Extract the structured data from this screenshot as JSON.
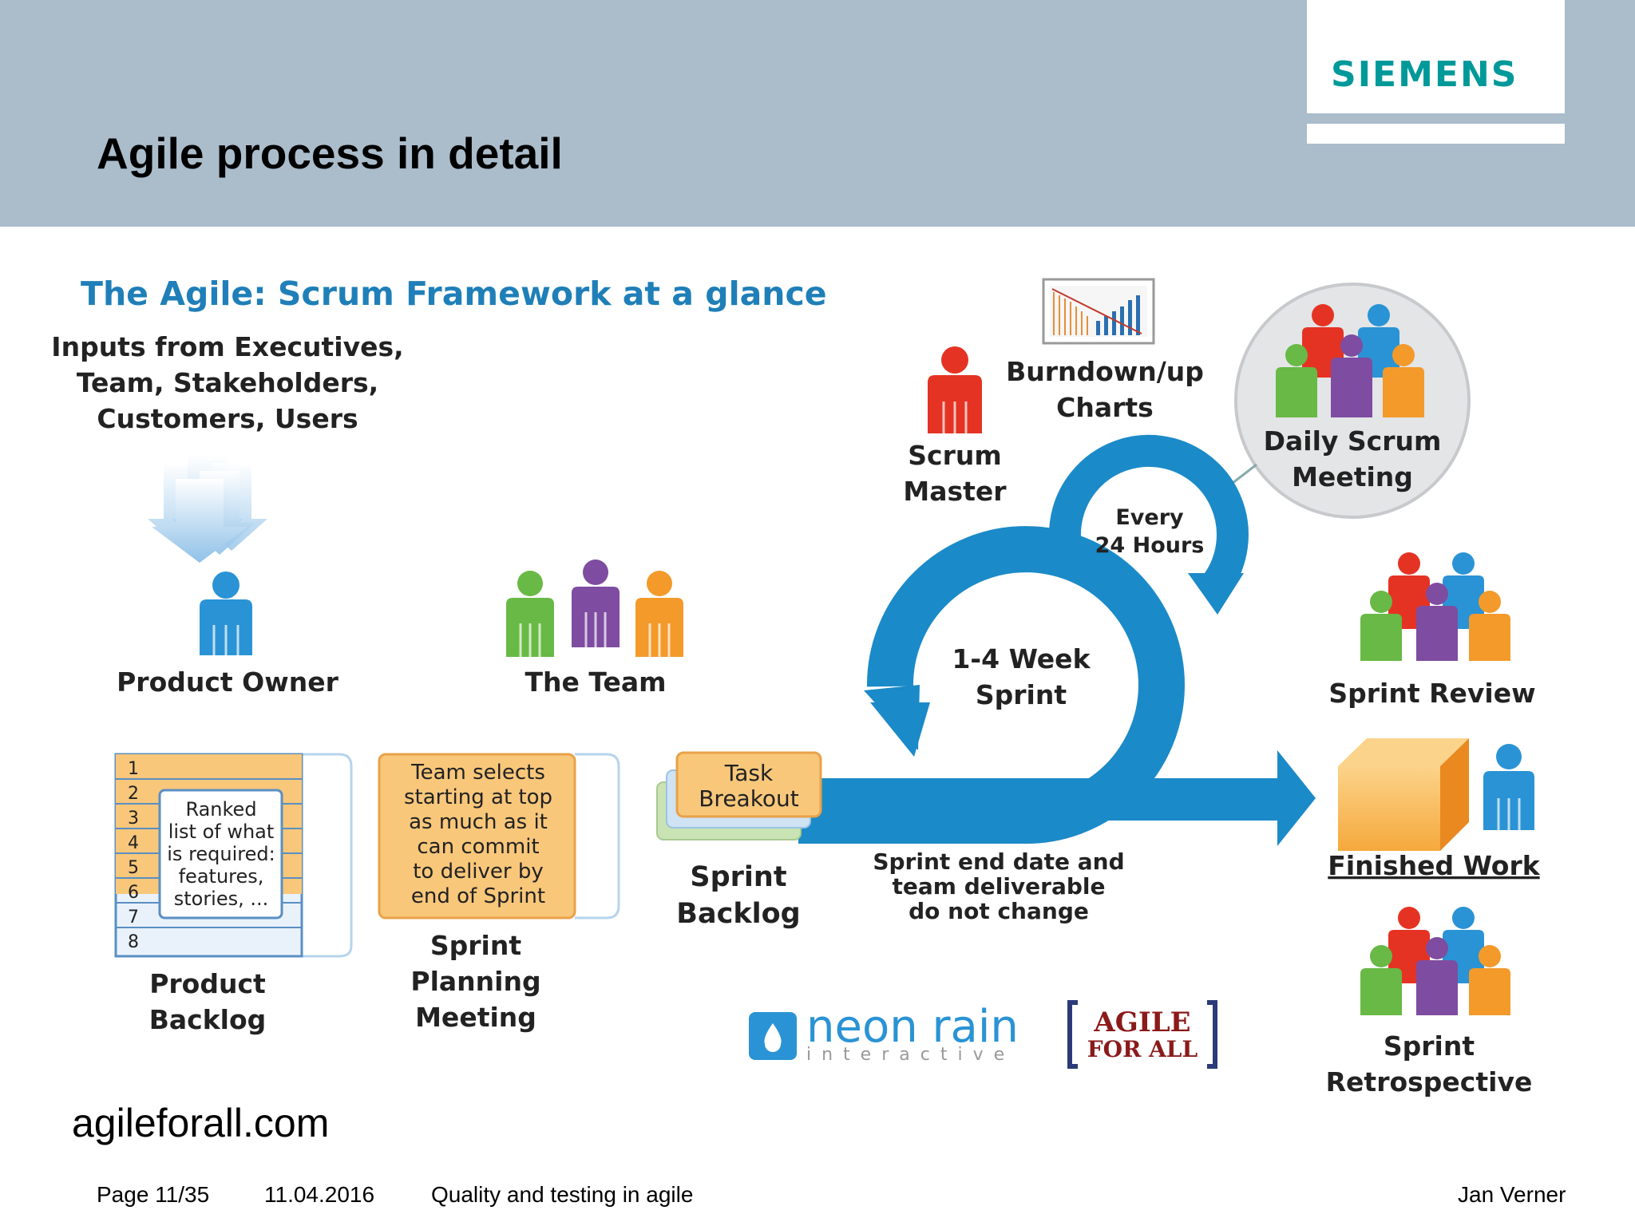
{
  "slide": {
    "title": "Agile process in detail",
    "brand": "SIEMENS",
    "source": "agileforall.com"
  },
  "footer": {
    "page": "Page 11/35",
    "date": "11.04.2016",
    "topic": "Quality and testing in agile",
    "author": "Jan Verner"
  },
  "diagram": {
    "heading": "The Agile: Scrum Framework at a glance",
    "inputs": [
      "Inputs from Executives,",
      "Team, Stakeholders,",
      "Customers, Users"
    ],
    "product_owner": "Product Owner",
    "the_team": "The Team",
    "scrum_master": [
      "Scrum",
      "Master"
    ],
    "burndown": [
      "Burndown/up",
      "Charts"
    ],
    "daily_scrum": [
      "Daily Scrum",
      "Meeting"
    ],
    "every": [
      "Every",
      "24 Hours"
    ],
    "sprint_cycle": [
      "1-4 Week",
      "Sprint"
    ],
    "sprint_review": "Sprint Review",
    "finished_work": "Finished Work",
    "sprint_retrospective": [
      "Sprint",
      "Retrospective"
    ],
    "backlog_numbers": [
      "1",
      "2",
      "3",
      "4",
      "5",
      "6",
      "7",
      "8"
    ],
    "backlog_note": [
      "Ranked",
      "list of what",
      "is required:",
      "features,",
      "stories, ..."
    ],
    "product_backlog": [
      "Product",
      "Backlog"
    ],
    "planning_note": [
      "Team selects",
      "starting at top",
      "as much as it",
      "can commit",
      "to deliver by",
      "end of Sprint"
    ],
    "sprint_planning": [
      "Sprint",
      "Planning",
      "Meeting"
    ],
    "task_breakout": [
      "Task",
      "Breakout"
    ],
    "sprint_backlog": [
      "Sprint",
      "Backlog"
    ],
    "sprint_end_note": [
      "Sprint end date and",
      "team deliverable",
      "do not change"
    ],
    "neon_rain": [
      "neon rain",
      "interactive"
    ],
    "agile_for_all": [
      "AGILE",
      "FOR ALL"
    ]
  },
  "colors": {
    "header": "#abbccb",
    "siemens": "#009999",
    "heading_blue": "#1f7fb8",
    "arrow_blue": "#1b8ac8",
    "orange_note": "#f8c77a",
    "red": "#e53323",
    "blue": "#2a93d5",
    "green": "#68b945",
    "purple": "#7e4ca0",
    "orange": "#f39a2b"
  }
}
